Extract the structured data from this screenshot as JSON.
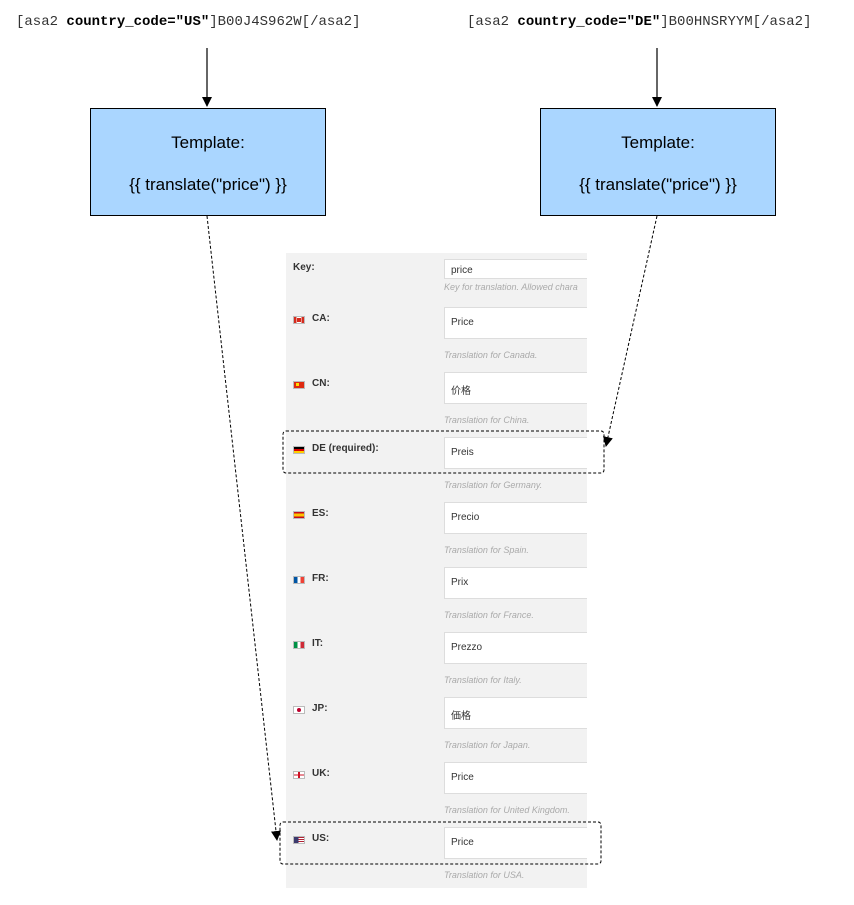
{
  "shortcodes": {
    "left": {
      "prefix": "[asa2 ",
      "attr": "country_code=\"US\"",
      "suffix": "]B00J4S962W[/asa2]"
    },
    "right": {
      "prefix": "[asa2 ",
      "attr": "country_code=\"DE\"",
      "suffix": "]B00HNSRYYM[/asa2]"
    }
  },
  "template_boxes": {
    "left": {
      "title": "Template:",
      "code": "{{ translate(\"price\") }}"
    },
    "right": {
      "title": "Template:",
      "code": "{{ translate(\"price\") }}"
    }
  },
  "colors": {
    "template_fill": "#aad6ff",
    "panel_bg": "#f2f2f2"
  },
  "form": {
    "key": {
      "label": "Key:",
      "value": "price",
      "description": "Key for translation. Allowed chara"
    },
    "rows": [
      {
        "flag": "ca-flag-icon",
        "label": "CA:",
        "value": "Price",
        "description": "Translation for Canada."
      },
      {
        "flag": "cn-flag-icon",
        "label": "CN:",
        "value": "价格",
        "description": "Translation for China."
      },
      {
        "flag": "de-flag-icon",
        "label": "DE (required):",
        "value": "Preis",
        "description": "Translation for Germany."
      },
      {
        "flag": "es-flag-icon",
        "label": "ES:",
        "value": "Precio",
        "description": "Translation for Spain."
      },
      {
        "flag": "fr-flag-icon",
        "label": "FR:",
        "value": "Prix",
        "description": "Translation for France."
      },
      {
        "flag": "it-flag-icon",
        "label": "IT:",
        "value": "Prezzo",
        "description": "Translation for Italy."
      },
      {
        "flag": "jp-flag-icon",
        "label": "JP:",
        "value": "価格",
        "description": "Translation for Japan."
      },
      {
        "flag": "uk-flag-icon",
        "label": "UK:",
        "value": "Price",
        "description": "Translation for United Kingdom."
      },
      {
        "flag": "us-flag-icon",
        "label": "US:",
        "value": "Price",
        "description": "Translation for USA."
      }
    ]
  }
}
